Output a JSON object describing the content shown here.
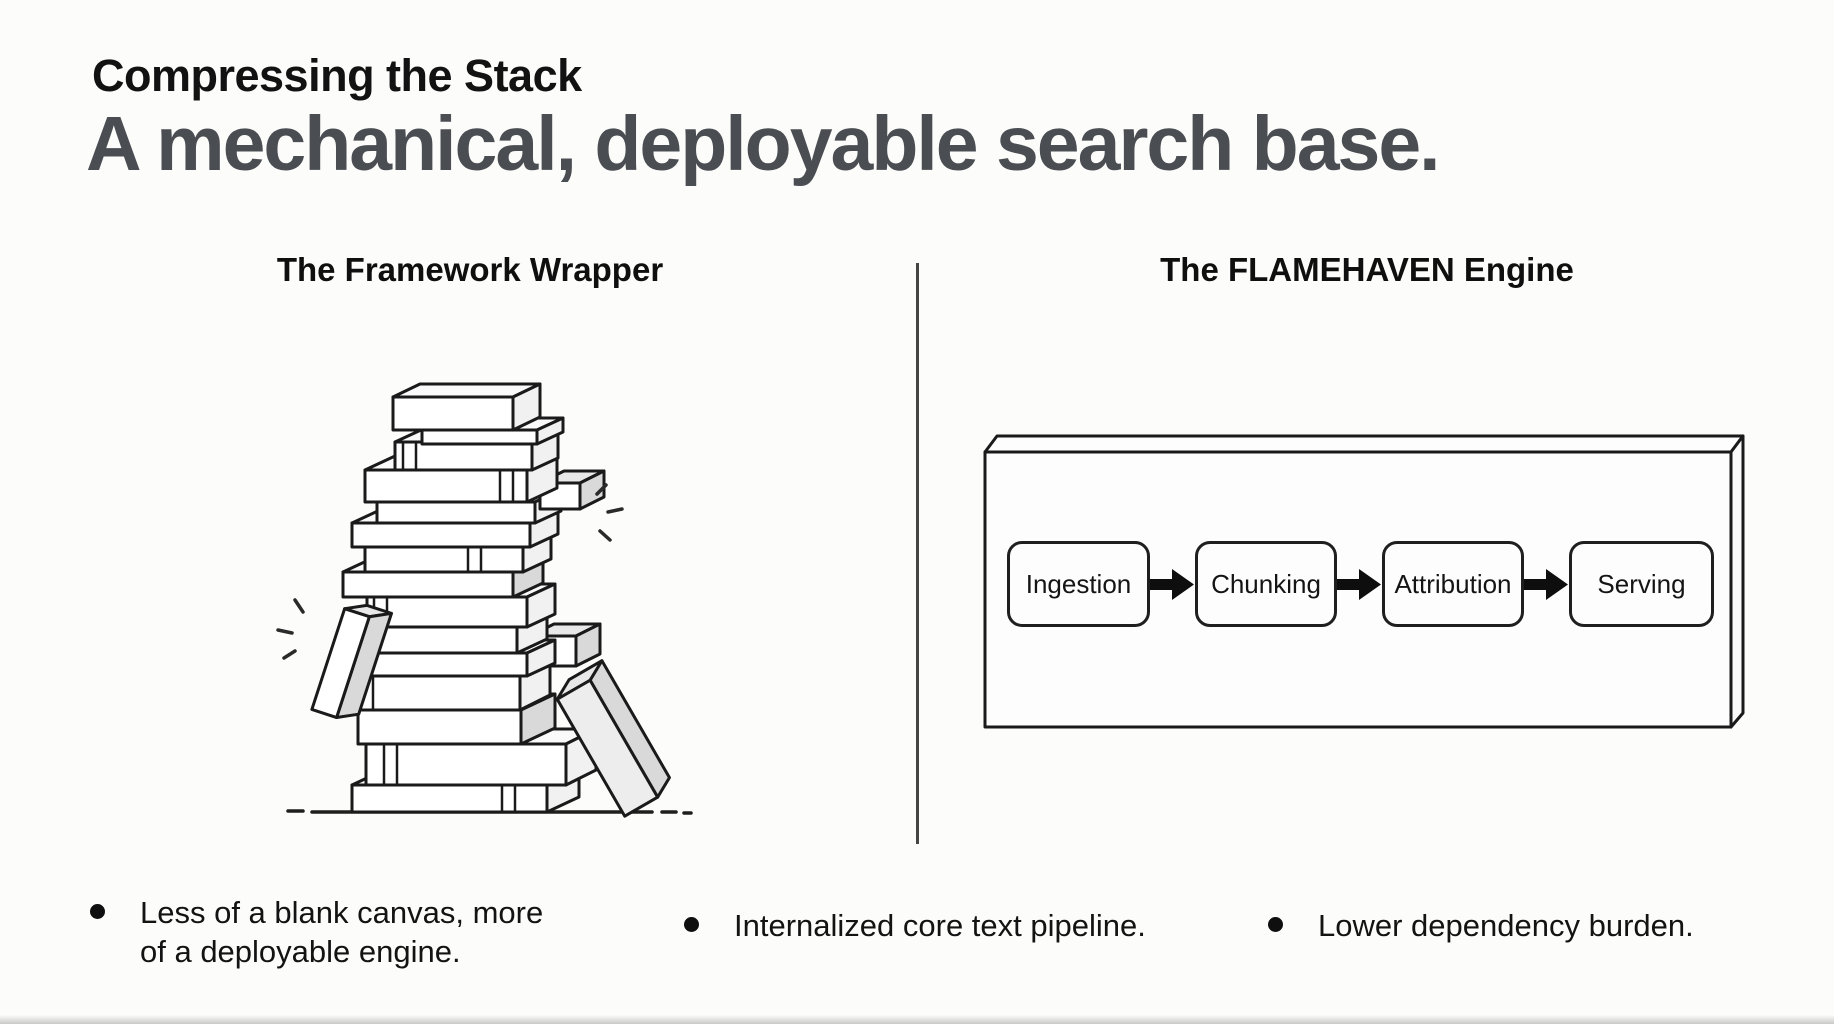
{
  "slide": {
    "kicker": "Compressing the Stack",
    "title": "A mechanical, deployable search base.",
    "left_panel": {
      "heading": "The Framework Wrapper",
      "illustration": "wobbly-stack-of-blocks"
    },
    "right_panel": {
      "heading": "The FLAMEHAVEN Engine",
      "pipeline": {
        "stages": [
          {
            "label": "Ingestion"
          },
          {
            "label": "Chunking"
          },
          {
            "label": "Attribution"
          },
          {
            "label": "Serving"
          }
        ],
        "connector_icon": "arrow-right-icon"
      }
    },
    "bullets": [
      {
        "text": "Less of a blank canvas, more\nof a deployable engine."
      },
      {
        "text": "Internalized core text pipeline."
      },
      {
        "text": "Lower dependency burden."
      }
    ]
  },
  "colors": {
    "background": "#fcfcfa",
    "kicker_text": "#121212",
    "title_text": "#4a4e53",
    "ink": "#1a1a1a",
    "divider": "#454545",
    "block_shade": "#d9d9d9"
  }
}
